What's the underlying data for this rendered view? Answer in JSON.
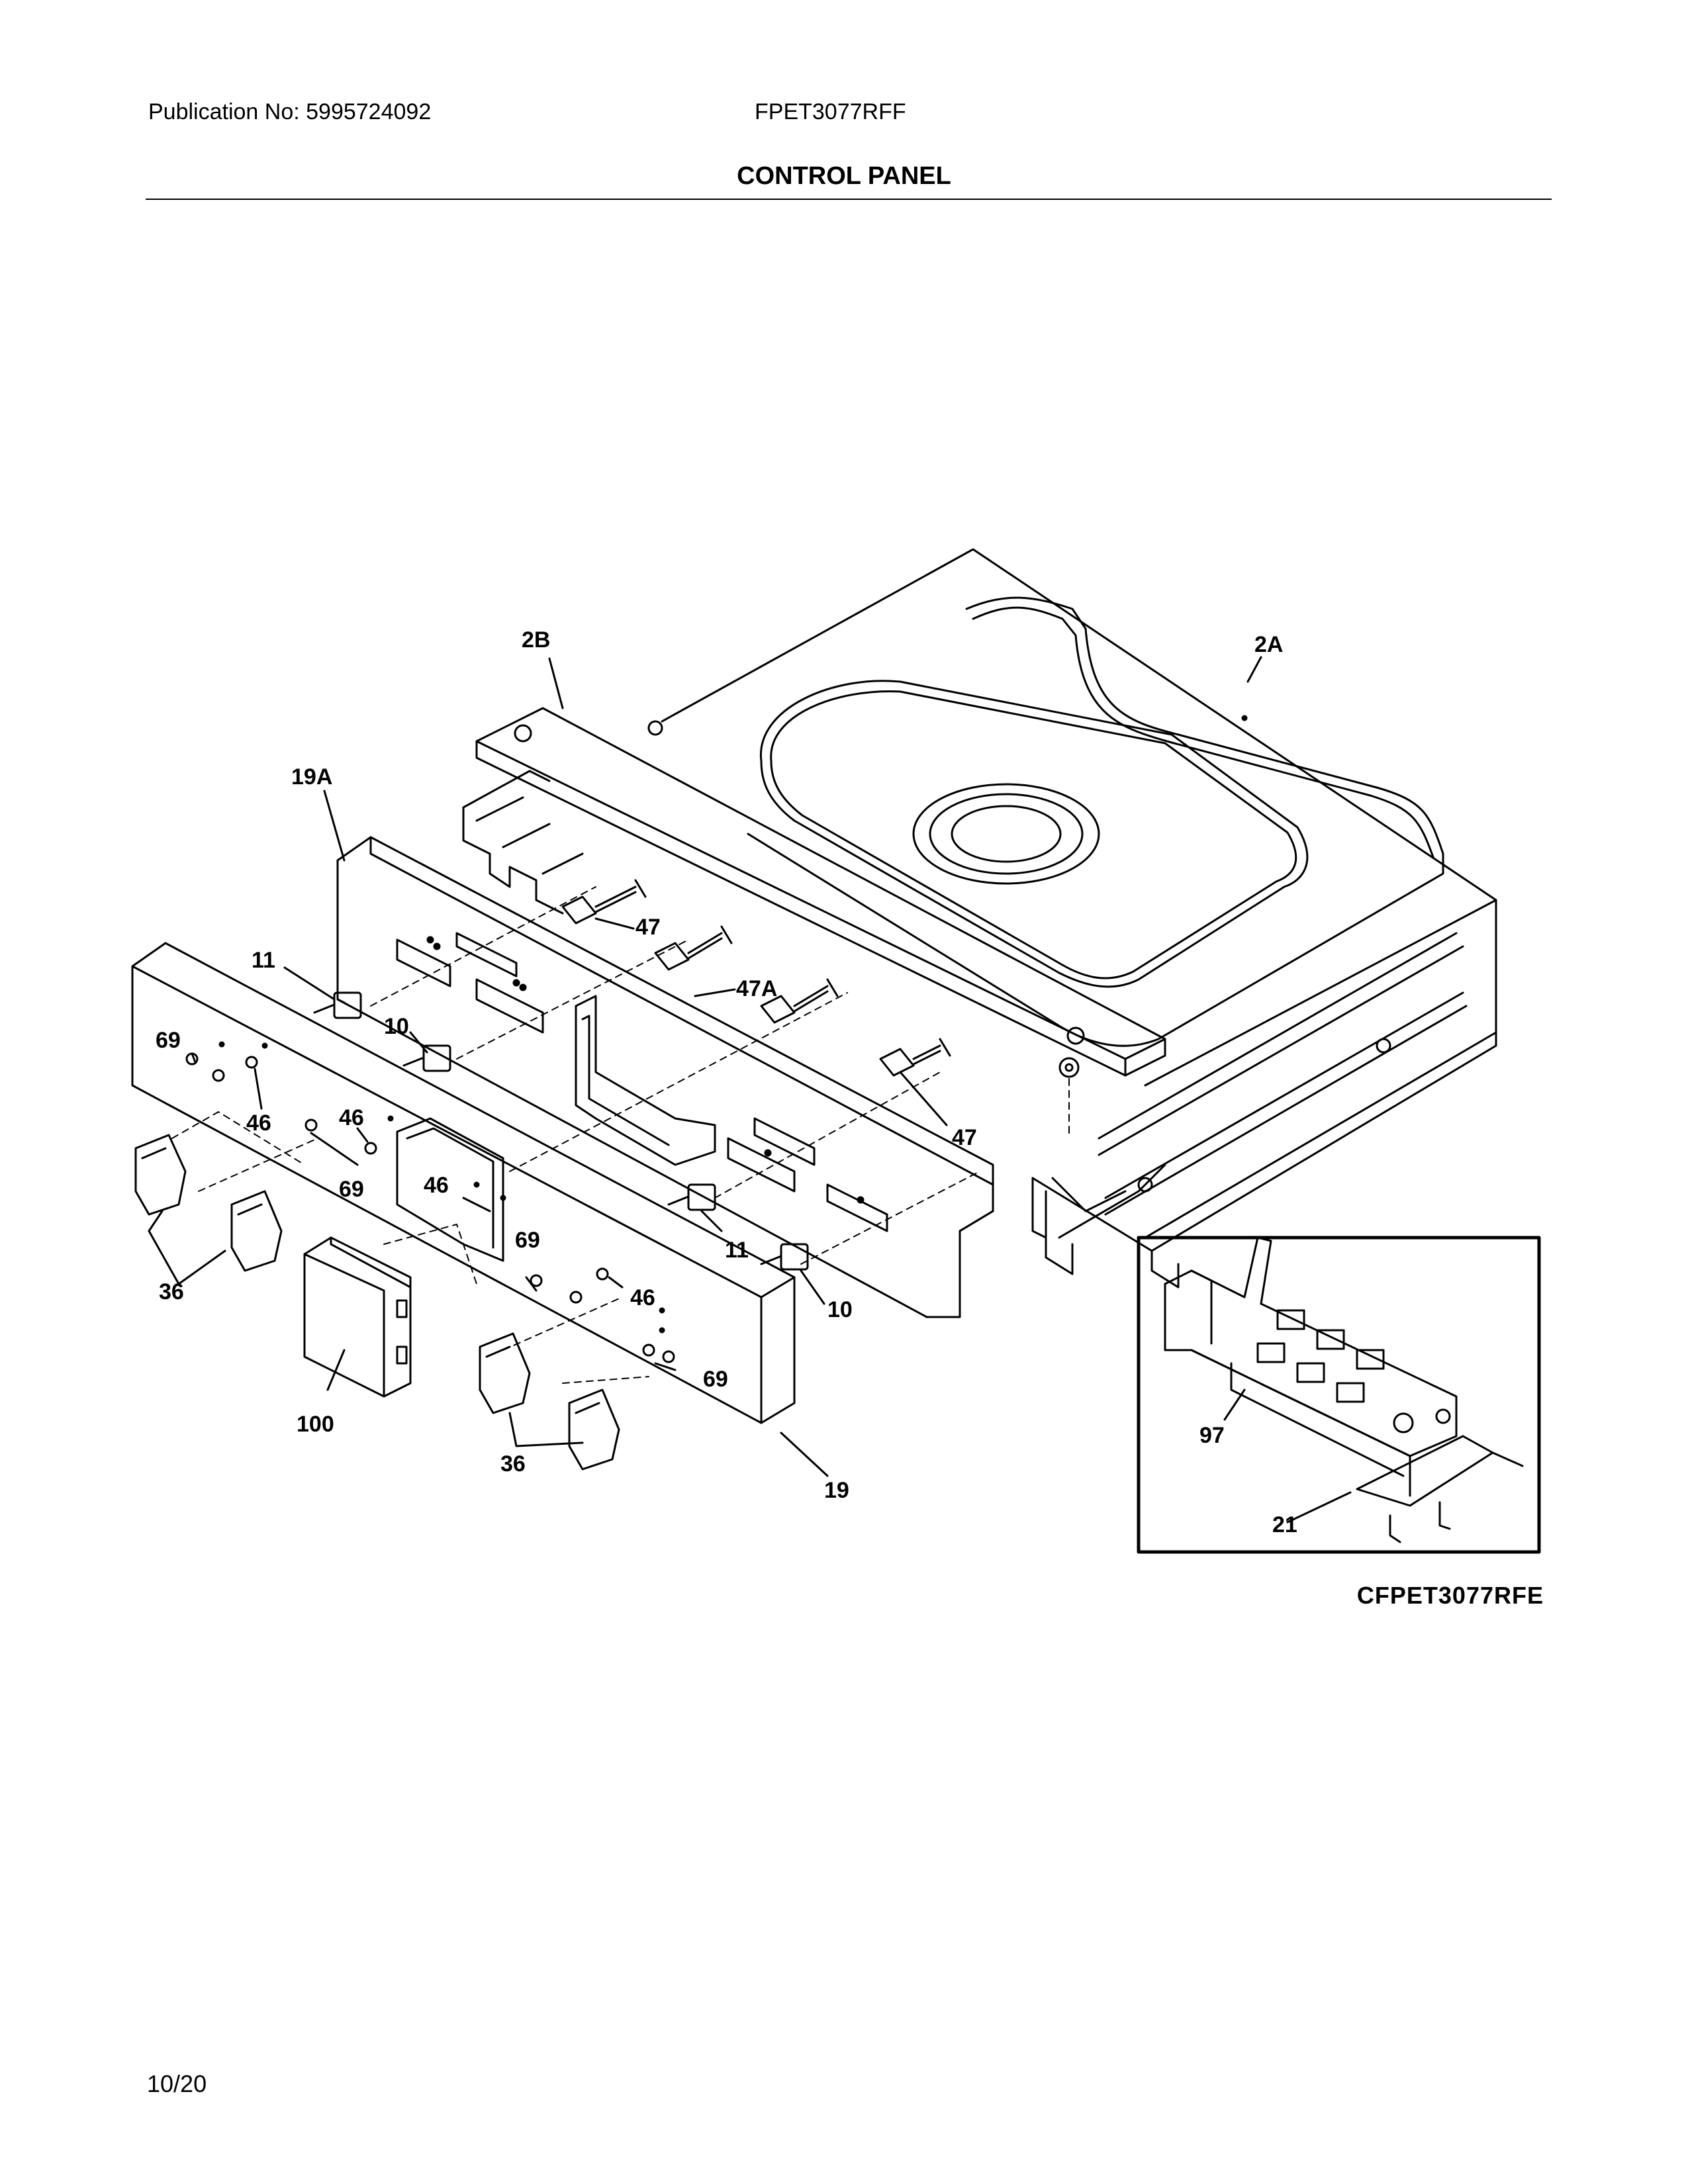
{
  "header": {
    "publication": "Publication No: 5995724092",
    "model": "FPET3077RFF",
    "section_title": "CONTROL PANEL"
  },
  "callouts": {
    "c_2a": "2A",
    "c_2b": "2B",
    "c_19a": "19A",
    "c_47_top": "47",
    "c_47a": "47A",
    "c_47_bottom": "47",
    "c_11_left": "11",
    "c_10_left": "10",
    "c_69_a": "69",
    "c_46_a": "46",
    "c_46_b": "46",
    "c_69_b": "69",
    "c_46_c": "46",
    "c_36_left": "36",
    "c_69_c": "69",
    "c_46_d": "46",
    "c_69_d": "69",
    "c_11_right": "11",
    "c_10_right": "10",
    "c_100": "100",
    "c_36_right": "36",
    "c_19": "19",
    "c_97": "97",
    "c_21": "21"
  },
  "figure_code": "CFPET3077RFE",
  "footer": {
    "date": "10/20"
  }
}
